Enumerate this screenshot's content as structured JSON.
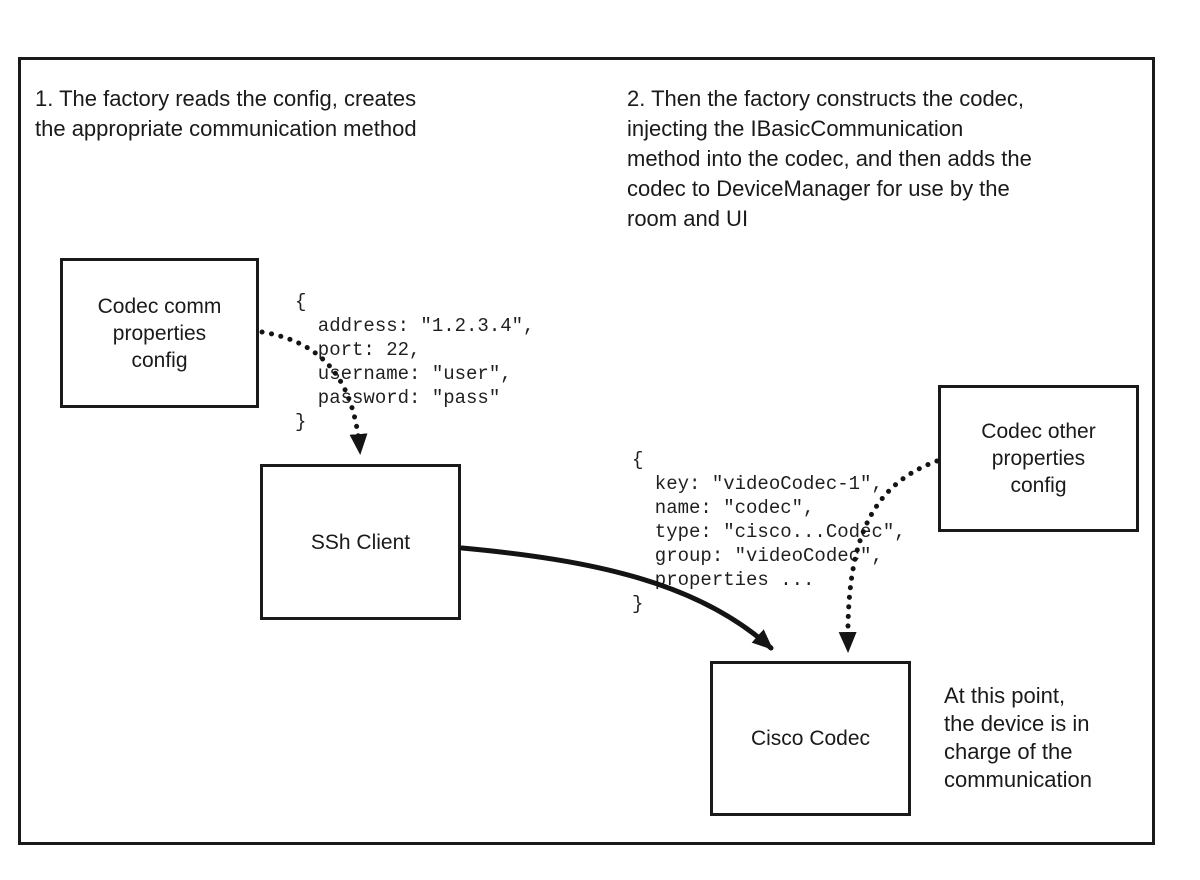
{
  "diagram": {
    "notes": {
      "step1": "1. The factory reads the config, creates\nthe appropriate communication method",
      "step2": "2. Then the factory constructs the codec,\ninjecting the IBasicCommunication\nmethod into the codec, and then adds the\ncodec to DeviceManager for use by the\nroom and UI",
      "device_in_charge": "At this point,\nthe device is in\ncharge of the\ncommunication"
    },
    "boxes": {
      "codec_comm_config": "Codec comm\nproperties\nconfig",
      "ssh_client": "SSh Client",
      "codec_other_config": "Codec other\nproperties\nconfig",
      "cisco_codec": "Cisco Codec"
    },
    "code": {
      "comm_properties": "{\n  address: \"1.2.3.4\",\n  port: 22,\n  username: \"user\",\n  password: \"pass\"\n}",
      "codec_properties": "{\n  key: \"videoCodec-1\",\n  name: \"codec\",\n  type: \"cisco...Codec\",\n  group: \"videoCodec\",\n  properties ...\n}"
    },
    "colors": {
      "stroke": "#1a1a1a",
      "background": "#ffffff"
    }
  }
}
